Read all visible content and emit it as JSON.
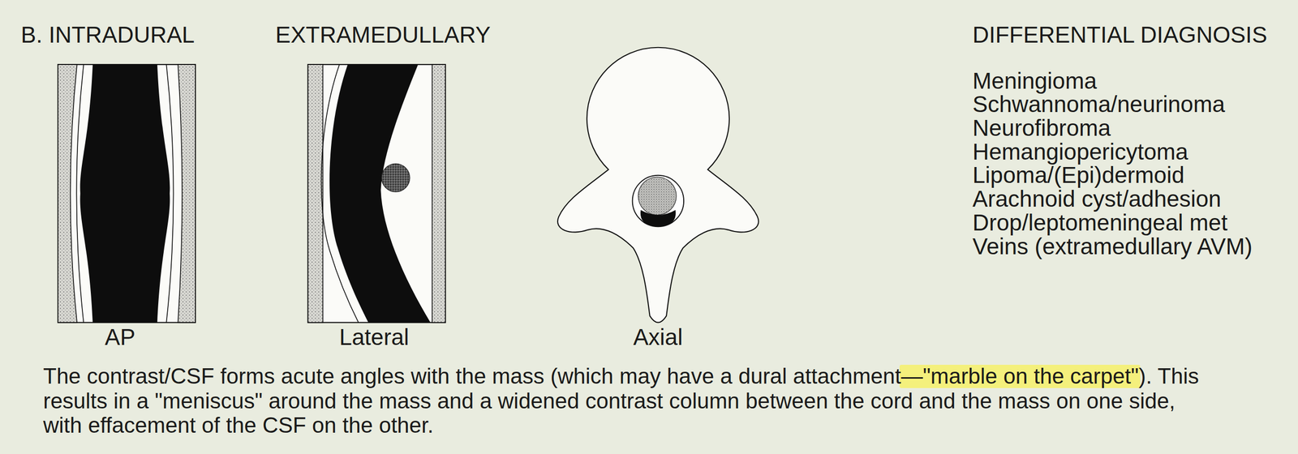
{
  "diagram": {
    "caption": "The contrast/CSF forms acute angles with the mass (which may have a dural attachment—\"marble on the carpet\"). This results in a \"meniscus\" around the mass and a widened contrast column between the cord and the mass on one side, with effacement of the CSF on the other.",
    "labels": [
      "B. INTRADURAL",
      "EXTRAMEDULLARY",
      "AP",
      "Lateral",
      "Axial",
      "DIFFERENTIAL DIAGNOSIS",
      "Meningioma",
      "Schwannoma/neurinoma",
      "Neurofibroma",
      "Hemangiopericytoma",
      "Lipoma/(Epi)dermoid",
      "Arachnoid cyst/adhesion",
      "Drop/leptomeningeal met",
      "Veins (extramedullary AVM)"
    ]
  }
}
